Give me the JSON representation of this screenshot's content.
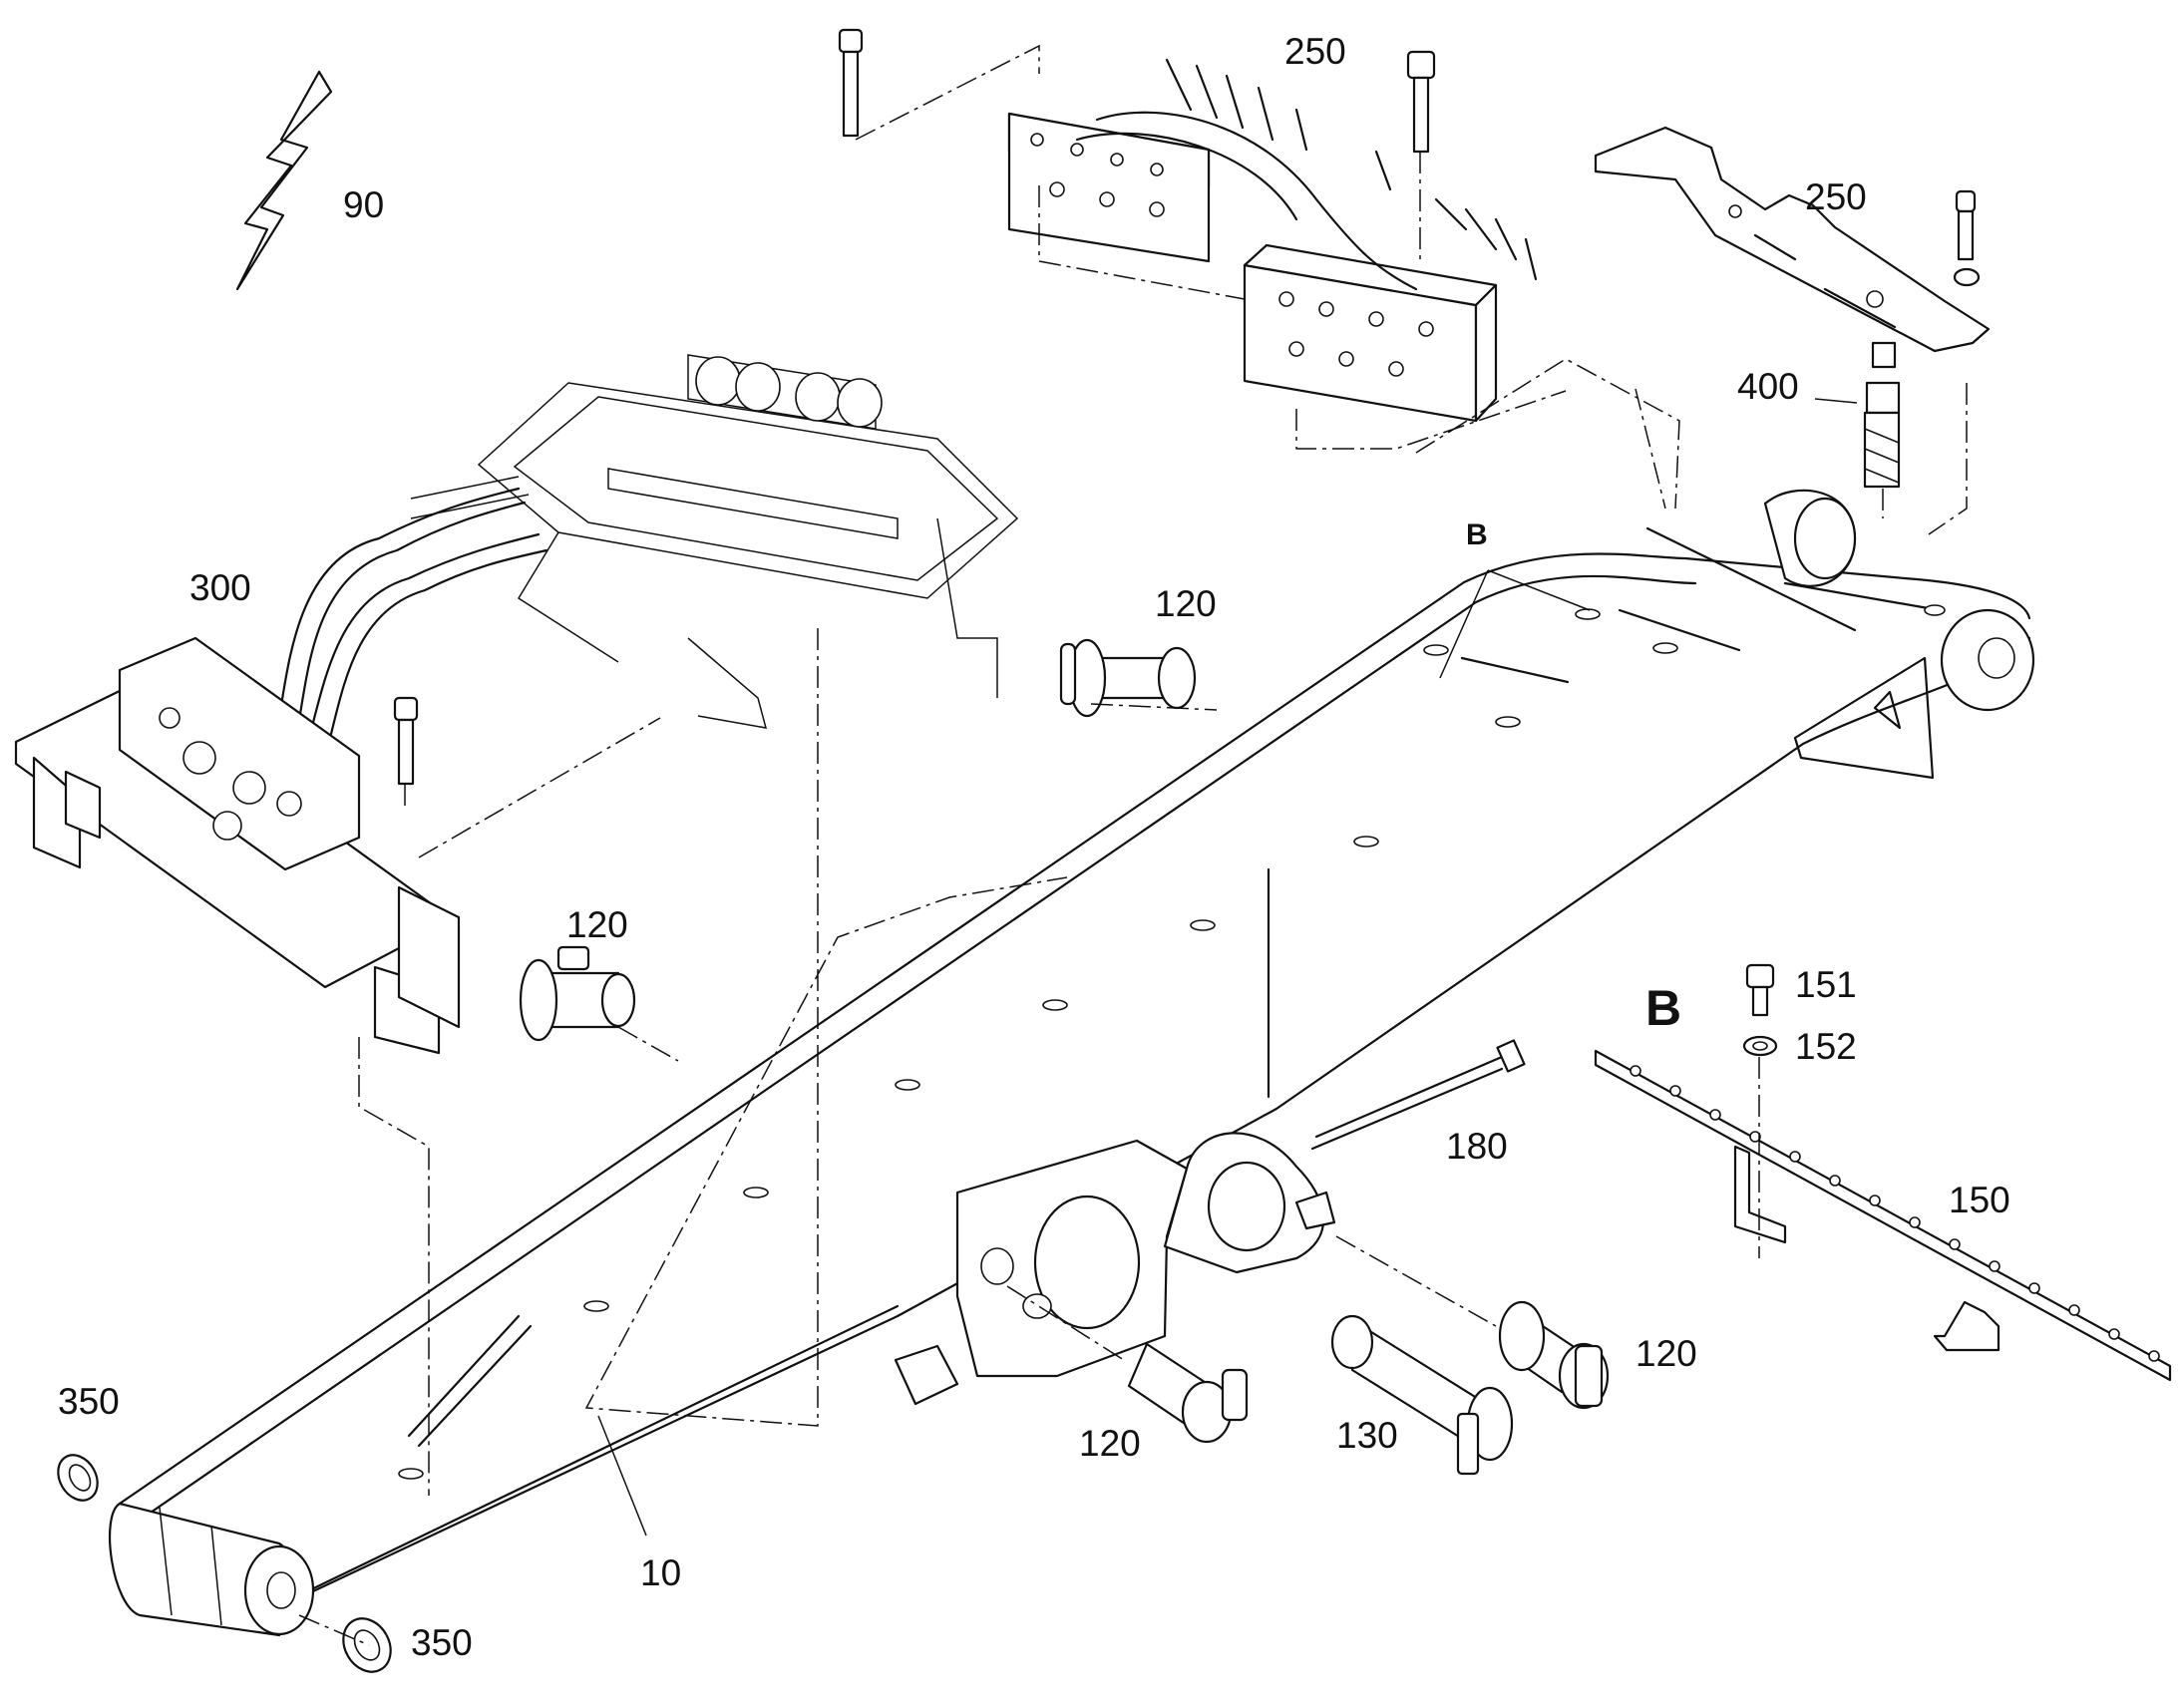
{
  "diagram": {
    "view_label": "B",
    "callouts": [
      {
        "id": "c90",
        "text": "90"
      },
      {
        "id": "c250a",
        "text": "250"
      },
      {
        "id": "c250b",
        "text": "250"
      },
      {
        "id": "c400",
        "text": "400"
      },
      {
        "id": "c300",
        "text": "300"
      },
      {
        "id": "c120a",
        "text": "120"
      },
      {
        "id": "c120b",
        "text": "120"
      },
      {
        "id": "cB",
        "text": "B"
      },
      {
        "id": "c151",
        "text": "151"
      },
      {
        "id": "c152",
        "text": "152"
      },
      {
        "id": "c180",
        "text": "180"
      },
      {
        "id": "c150",
        "text": "150"
      },
      {
        "id": "c120c",
        "text": "120"
      },
      {
        "id": "c120d",
        "text": "120"
      },
      {
        "id": "c130",
        "text": "130"
      },
      {
        "id": "c350a",
        "text": "350"
      },
      {
        "id": "c350b",
        "text": "350"
      },
      {
        "id": "c10",
        "text": "10"
      }
    ]
  }
}
